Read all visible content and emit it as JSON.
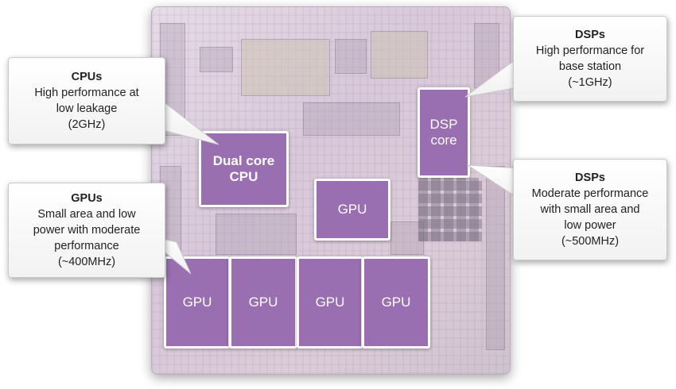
{
  "cores": {
    "cpu": "Dual core\nCPU",
    "dsp": "DSP\ncore",
    "gpu_center": "GPU",
    "gpu_1": "GPU",
    "gpu_2": "GPU",
    "gpu_3": "GPU",
    "gpu_4": "GPU"
  },
  "callouts": {
    "cpus": {
      "title": "CPUs",
      "body": "High performance at\nlow leakage\n(2GHz)"
    },
    "gpus": {
      "title": "GPUs",
      "body": "Small area and low\npower with moderate\nperformance\n(~400MHz)"
    },
    "dsps_top": {
      "title": "DSPs",
      "body": "High performance for\nbase station\n(~1GHz)"
    },
    "dsps_bottom": {
      "title": "DSPs",
      "body": "Moderate performance\nwith small area and\nlow power\n(~500MHz)"
    }
  },
  "colors": {
    "core_fill": "#9a6fb1",
    "core_border": "#ffffff",
    "die_tint": "#dccbd8",
    "callout_border": "#c9c9c9"
  }
}
